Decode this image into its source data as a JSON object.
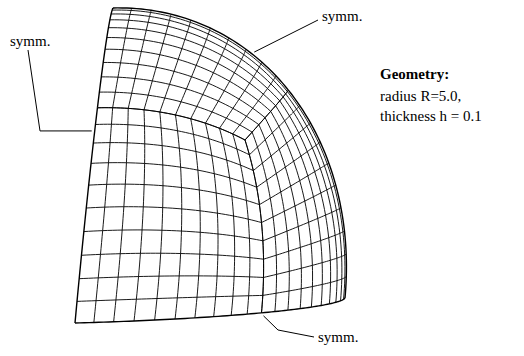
{
  "diagram": {
    "labels": [
      "symm.",
      "symm.",
      "Geometry:",
      "radius R=5.0,",
      "thickness h = 0.1",
      "symm."
    ]
  }
}
